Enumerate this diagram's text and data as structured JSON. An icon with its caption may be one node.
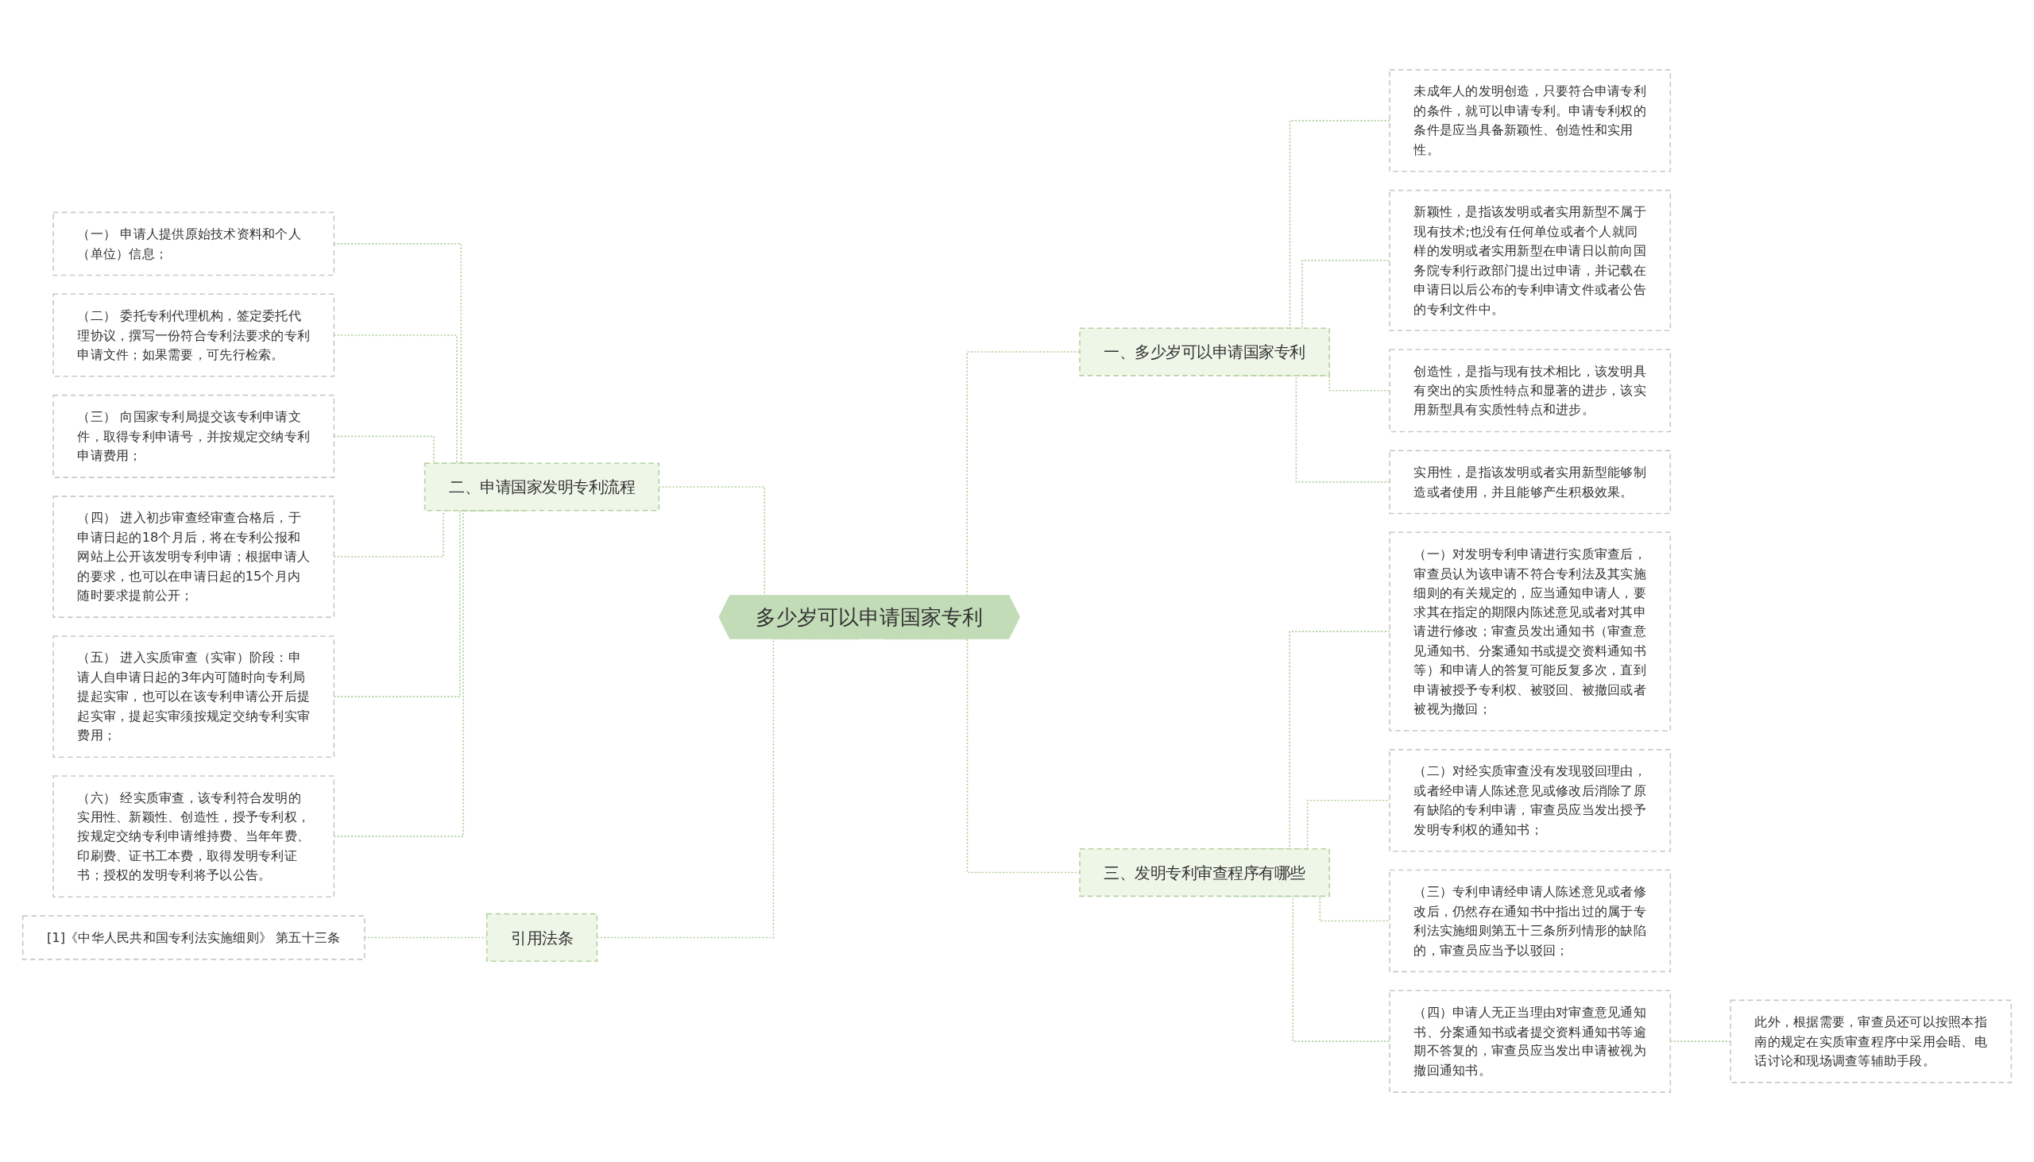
{
  "diagram": {
    "nodes": [
      {
        "text": [
          "多少岁可以申请国家专利"
        ]
      },
      {
        "text": [
          "一、多少岁可以申请国家专利"
        ]
      },
      {
        "text": [
          "未成年人的发明创造，只要符合申请专利的条件，就可以申请专利。申请专利权的条件是应当具备新颖性、创造性和实用性。"
        ]
      },
      {
        "text": [
          "新颖性，是指该发明或者实用新型不属于现有技术;也没有任何单位或者个人就同样的发明或者实用新型在申请日以前向国务院专利行政部门提出过申请，并记载在申请日以后公布的专利申请文件或者公告的专利文件中。"
        ]
      },
      {
        "text": [
          "创造性，是指与现有技术相比，该发明具有突出的实质性特点和显著的进步，该实用新型具有实质性特点和进步。"
        ]
      },
      {
        "text": [
          "实用性，是指该发明或者实用新型能够制造或者使用，并且能够产生积极效果。"
        ]
      },
      {
        "text": [
          "二、申请国家发明专利流程"
        ]
      },
      {
        "text": [
          "（一） 申请人提供原始技术资料和个人（单位）信息；"
        ]
      },
      {
        "text": [
          "（二） 委托专利代理机构，签定委托代理协议，撰写一份符合专利法要求的专利申请文件；如果需要，可先行检索。"
        ]
      },
      {
        "text": [
          "（三） 向国家专利局提交该专利申请文件，取得专利申请号，并按规定交纳专利申请费用；"
        ]
      },
      {
        "text": [
          "（四） 进入初步审查经审查合格后，于申请日起的18个月后，将在专利公报和网站上公开该发明专利申请；根据申请人的要求，也可以在申请日起的15个月内随时要求提前公开；"
        ]
      },
      {
        "text": [
          "（五） 进入实质审查（实审）阶段：申请人自申请日起的3年内可随时向专利局提起实审，也可以在该专利申请公开后提起实审，提起实审须按规定交纳专利实审费用；"
        ]
      },
      {
        "text": [
          "（六） 经实质审查，该专利符合发明的实用性、新颖性、创造性，授予专利权，按规定交纳专利申请维持费、当年年费、印刷费、证书工本费，取得发明专利证书；授权的发明专利将予以公告。"
        ]
      },
      {
        "text": [
          "三、发明专利审查程序有哪些"
        ]
      },
      {
        "text": [
          "（一）对发明专利申请进行实质审查后，审查员认为该申请不符合专利法及其实施细则的有关规定的，应当通知申请人，要求其在指定的期限内陈述意见或者对其申请进行修改；审查员发出通知书（审查意见通知书、分案通知书或提交资料通知书等）和申请人的答复可能反复多次，直到申请被授予专利权、被驳回、被撤回或者被视为撤回；"
        ]
      },
      {
        "text": [
          "（二）对经实质审查没有发现驳回理由，或者经申请人陈述意见或修改后消除了原有缺陷的专利申请，审查员应当发出授予发明专利权的通知书；"
        ]
      },
      {
        "text": [
          "（三）专利申请经申请人陈述意见或者修改后，仍然存在通知书中指出过的属于专利法实施细则第五十三条所列情形的缺陷的，审查员应当予以驳回；"
        ]
      },
      {
        "text": [
          "（四）申请人无正当理由对审查意见通知书、分案通知书或者提交资料通知书等逾期不答复的，审查员应当发出申请被视为撤回通知书。"
        ]
      },
      {
        "text": [
          "此外，根据需要，审查员还可以按照本指南的规定在实质审查程序中采用会晤、电话讨论和现场调查等辅助手段。"
        ]
      },
      {
        "text": [
          "引用法条"
        ]
      },
      {
        "text": [
          "[1]《中华人民共和国专利法实施细则》 第五十三条"
        ]
      }
    ],
    "edges": [
      {
        "from": 0,
        "to": 1,
        "arrow": "none",
        "style": "dashed"
      },
      {
        "from": 0,
        "to": 6,
        "arrow": "none",
        "style": "dashed"
      },
      {
        "from": 0,
        "to": 13,
        "arrow": "none",
        "style": "dashed"
      },
      {
        "from": 0,
        "to": 19,
        "arrow": "none",
        "style": "dashed"
      },
      {
        "from": 1,
        "to": 2,
        "arrow": "none",
        "style": "dashed"
      },
      {
        "from": 1,
        "to": 3,
        "arrow": "none",
        "style": "dashed"
      },
      {
        "from": 1,
        "to": 4,
        "arrow": "none",
        "style": "dashed"
      },
      {
        "from": 1,
        "to": 5,
        "arrow": "none",
        "style": "dashed"
      },
      {
        "from": 6,
        "to": 7,
        "arrow": "none",
        "style": "dashed"
      },
      {
        "from": 6,
        "to": 8,
        "arrow": "none",
        "style": "dashed"
      },
      {
        "from": 6,
        "to": 9,
        "arrow": "none",
        "style": "dashed"
      },
      {
        "from": 6,
        "to": 10,
        "arrow": "none",
        "style": "dashed"
      },
      {
        "from": 6,
        "to": 11,
        "arrow": "none",
        "style": "dashed"
      },
      {
        "from": 6,
        "to": 12,
        "arrow": "none",
        "style": "dashed"
      },
      {
        "from": 13,
        "to": 14,
        "arrow": "none",
        "style": "dashed"
      },
      {
        "from": 13,
        "to": 15,
        "arrow": "none",
        "style": "dashed"
      },
      {
        "from": 13,
        "to": 16,
        "arrow": "none",
        "style": "dashed"
      },
      {
        "from": 13,
        "to": 17,
        "arrow": "none",
        "style": "dashed"
      },
      {
        "from": 17,
        "to": 18,
        "arrow": "none",
        "style": "dashed"
      },
      {
        "from": 19,
        "to": 20,
        "arrow": "none",
        "style": "dashed"
      }
    ]
  }
}
